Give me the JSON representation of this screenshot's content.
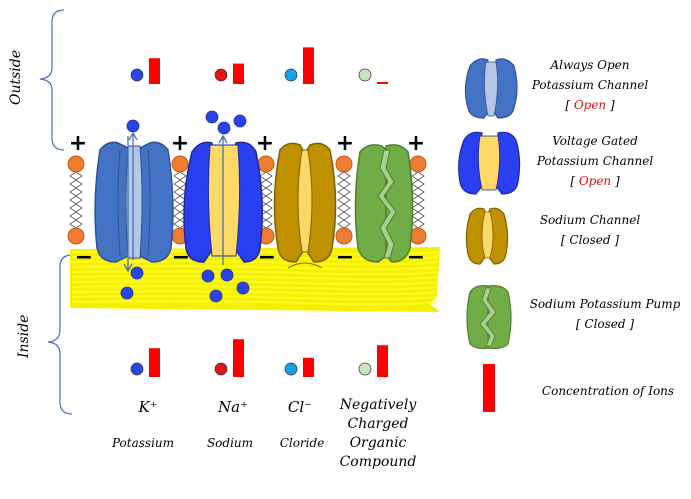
{
  "side_labels": {
    "outside": "Outside",
    "inside": "Inside"
  },
  "membrane": {
    "plus_sign": "+",
    "minus_sign": "−"
  },
  "ions": [
    {
      "symbol": "K⁺",
      "name": "Potassium",
      "dot_color": "#2b44e8",
      "outside_level": 0.43,
      "inside_level": 0.48
    },
    {
      "symbol": "Na⁺",
      "name": "Sodium",
      "dot_color": "#e01515",
      "outside_level": 0.34,
      "inside_level": 0.63
    },
    {
      "symbol": "Cl⁻",
      "name": "Cloride",
      "dot_color": "#17a2e8",
      "outside_level": 0.61,
      "inside_level": 0.32
    },
    {
      "symbol": "Negatively Charged Organic Compound",
      "name": "",
      "dot_color": "#c9e2c0",
      "outside_level": 0.03,
      "inside_level": 0.53
    }
  ],
  "legend": {
    "always_open": {
      "line1": "Always Open",
      "line2": "Potassium Channel",
      "bracket_open": "[ ",
      "state": "Open",
      "bracket_close": " ]",
      "color": "#4472c4"
    },
    "voltage_gated": {
      "line1": "Voltage Gated",
      "line2": "Potassium Channel",
      "bracket_open": "[ ",
      "state": "Open",
      "bracket_close": " ]",
      "color": "#2a3ff0"
    },
    "sodium_channel": {
      "line1": "Sodium Channel",
      "line2": "[ Closed ]",
      "color": "#bf9000"
    },
    "pump": {
      "line1": "Sodium Potassium Pump",
      "line2": "[ Closed ]",
      "color": "#70ad47"
    },
    "concentration": {
      "line1": "Concentration of Ions",
      "color": "#ff0000"
    }
  }
}
